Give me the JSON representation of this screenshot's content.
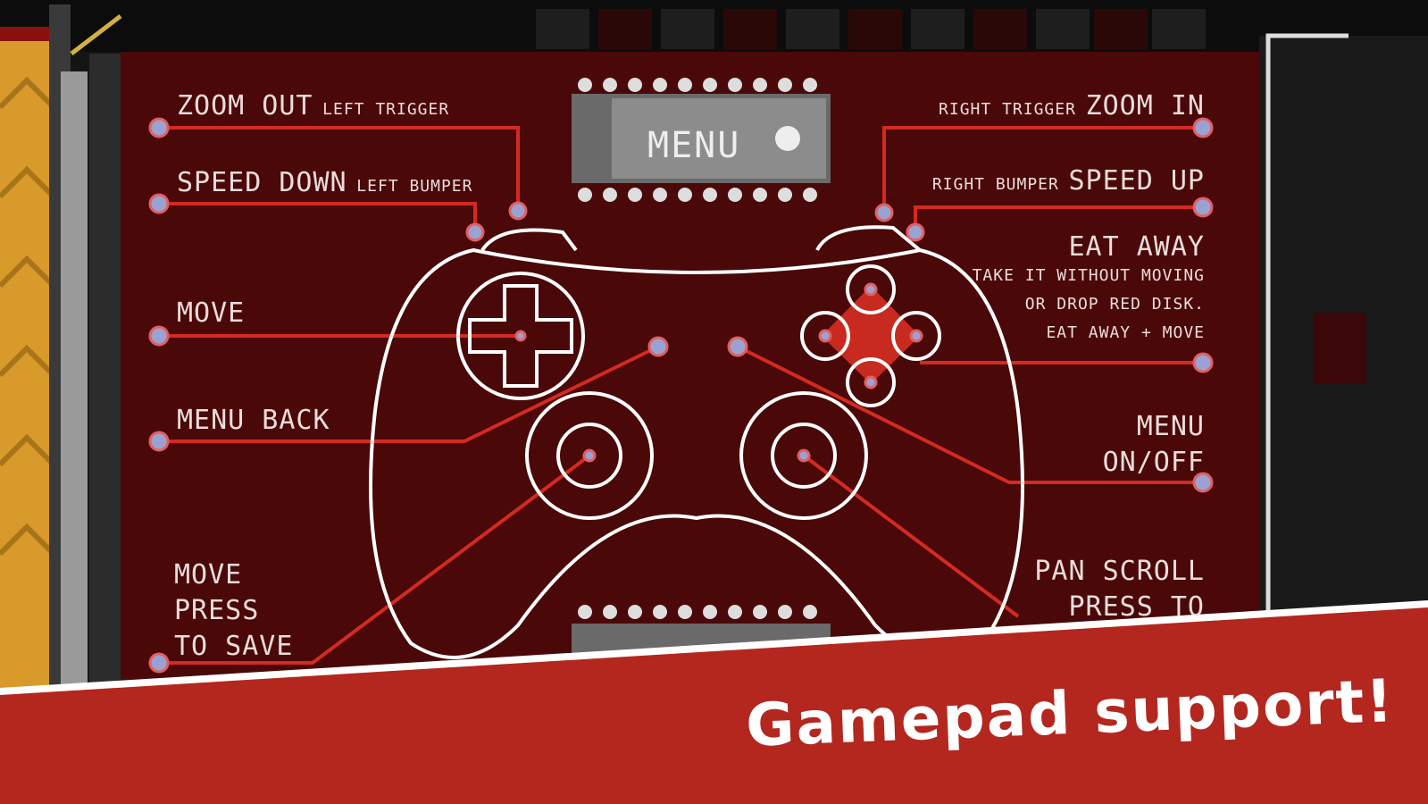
{
  "controls": {
    "zoom_out": {
      "action": "Zoom out",
      "button": "Left trigger"
    },
    "speed_down": {
      "action": "Speed down",
      "button": "Left bumper"
    },
    "move": {
      "action": "Move"
    },
    "menu_back": {
      "action": "Menu back"
    },
    "move_save": {
      "line1": "Move",
      "line2": "Press",
      "line3": "to save"
    },
    "zoom_in": {
      "action": "Zoom in",
      "button": "Right trigger"
    },
    "speed_up": {
      "action": "Speed up",
      "button": "Right bumper"
    },
    "eat_away": {
      "action": "Eat away",
      "line1": "Take it without moving",
      "line2": "or drop red disk.",
      "line3": "Eat away + move"
    },
    "menu_toggle": {
      "line1": "Menu",
      "line2": "on/off"
    },
    "pan": {
      "line1": "Pan scroll",
      "line2": "press to"
    }
  },
  "chip_label": "MENU",
  "banner": "Gamepad support!",
  "colors": {
    "board": "#4a0808",
    "trace": "#d42a20",
    "banner": "#b3271f",
    "outline": "#ffffff"
  }
}
